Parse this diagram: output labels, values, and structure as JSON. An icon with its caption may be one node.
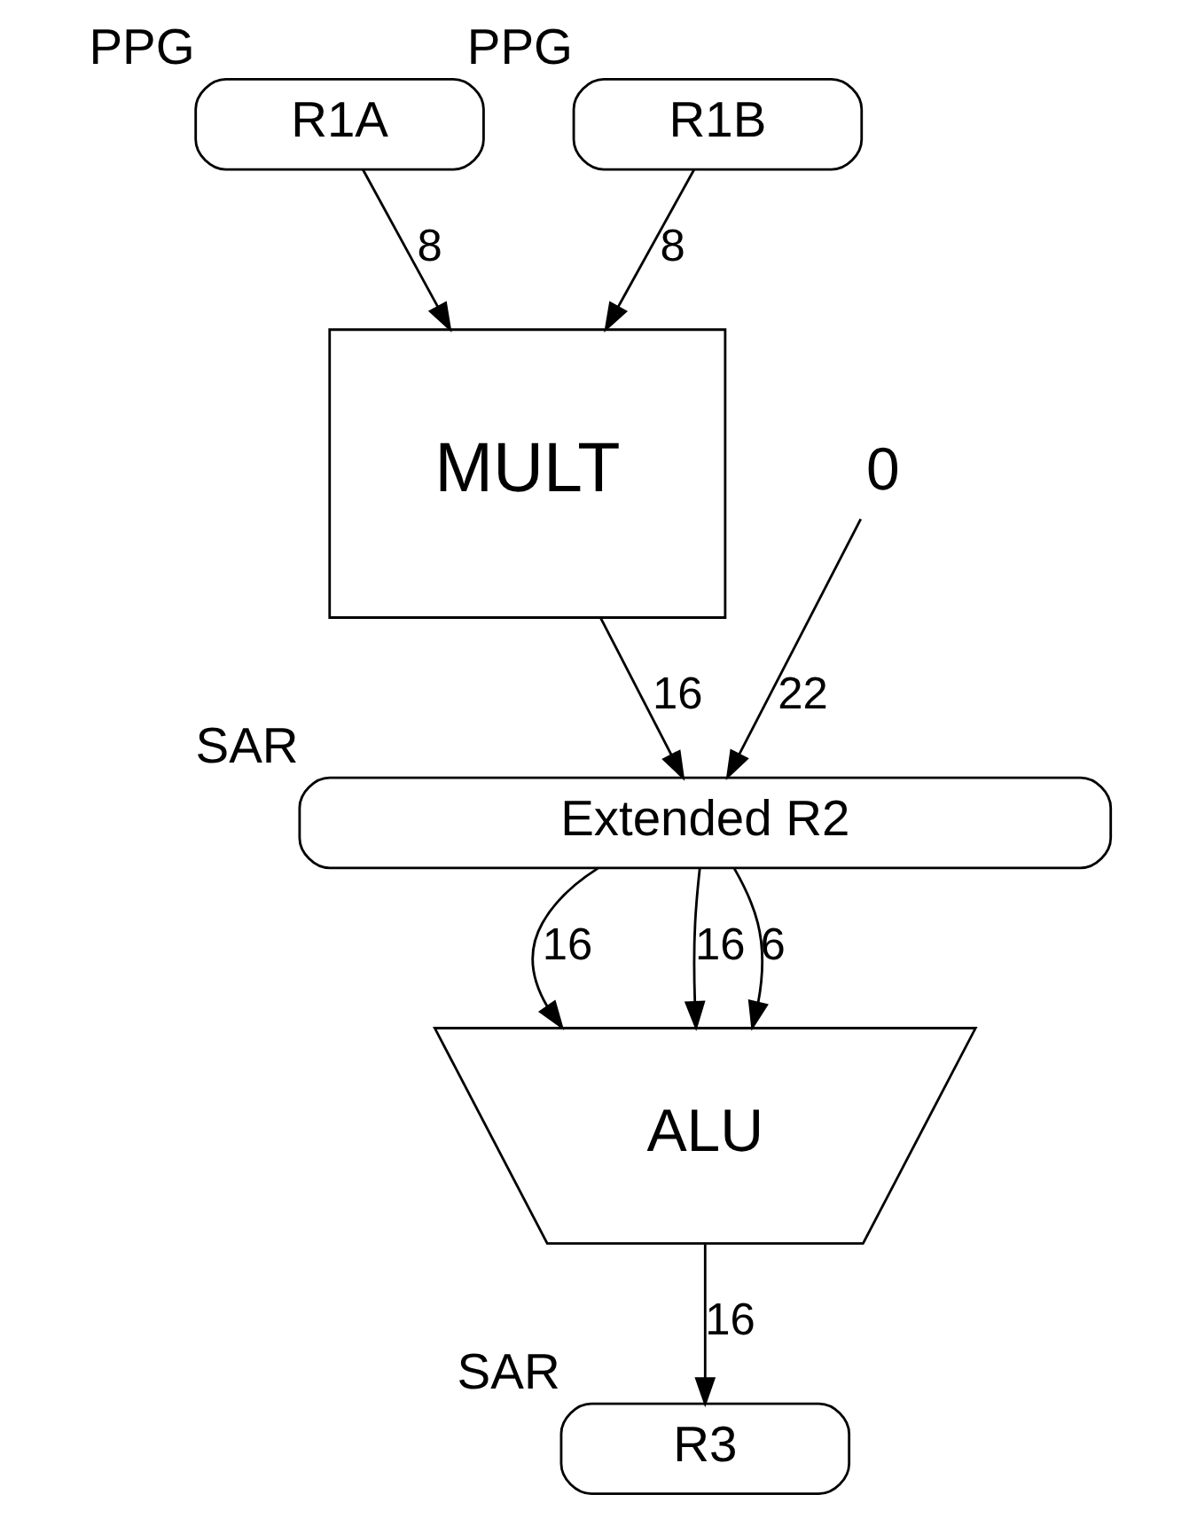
{
  "diagram": {
    "nodes": [
      {
        "text": [
          "R1A"
        ],
        "beside": [
          "PPG"
        ]
      },
      {
        "text": [
          "R1B"
        ],
        "beside": [
          "PPG"
        ]
      },
      {
        "text": [
          "MULT"
        ]
      },
      {
        "text": [
          "0"
        ]
      },
      {
        "text": [
          "Extended R2"
        ],
        "beside": [
          "SAR"
        ]
      },
      {
        "text": [
          "ALU"
        ]
      },
      {
        "text": [
          "R3"
        ],
        "beside": [
          "SAR"
        ]
      }
    ],
    "edges": [
      {
        "from": 0,
        "to": 2,
        "arrow": "to",
        "label": "8"
      },
      {
        "from": 1,
        "to": 2,
        "arrow": "to",
        "label": "8"
      },
      {
        "from": 3,
        "to": 4,
        "arrow": "to",
        "label": "22"
      },
      {
        "from": 2,
        "to": 4,
        "arrow": "to",
        "label": "16"
      },
      {
        "from": 4,
        "to": 5,
        "arrow": "to",
        "label": "16"
      },
      {
        "from": 4,
        "to": 5,
        "arrow": "to",
        "label": "16"
      },
      {
        "from": 4,
        "to": 5,
        "arrow": "to",
        "label": "6"
      },
      {
        "from": 5,
        "to": 6,
        "arrow": "to",
        "label": "16"
      }
    ]
  }
}
